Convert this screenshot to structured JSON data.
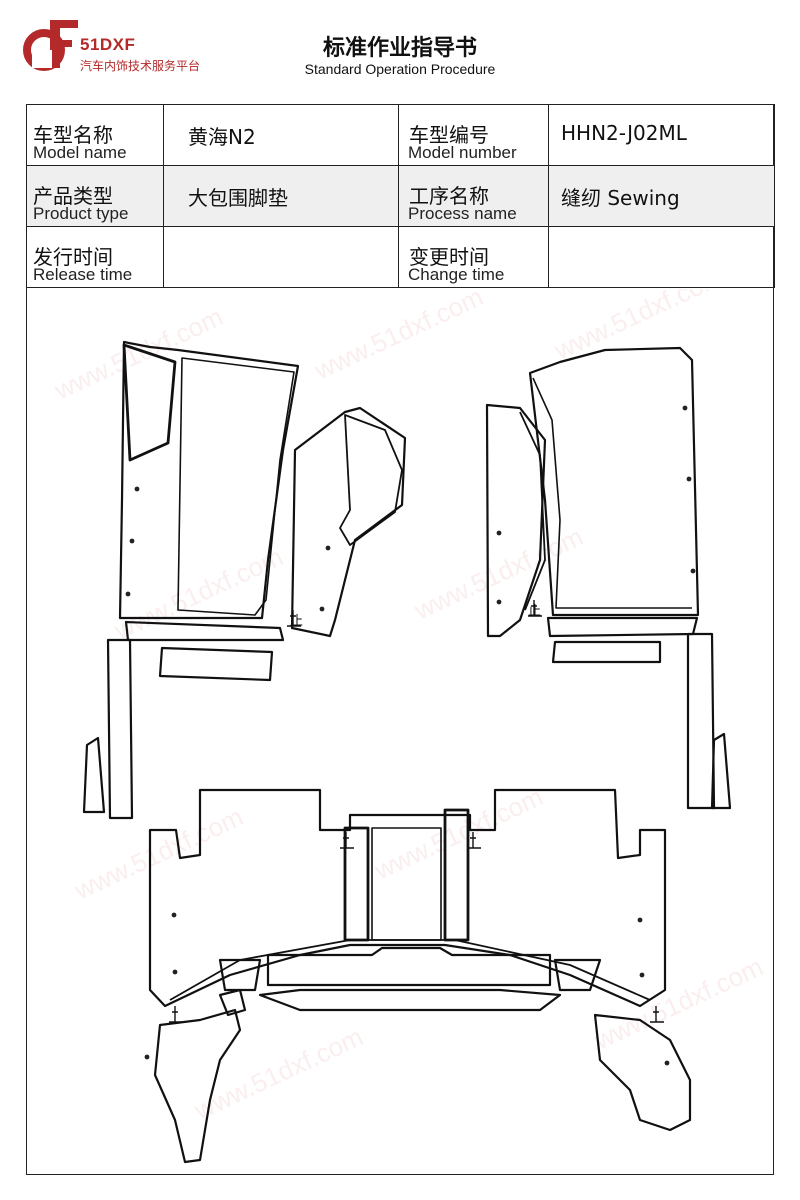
{
  "header": {
    "brand": "51DXF",
    "brand_subtitle": "汽车内饰技术服务平台",
    "title": "标准作业指导书",
    "subtitle": "Standard Operation Procedure",
    "brand_color": "#b42a2a"
  },
  "info_table": {
    "model_name_zh": "车型名称",
    "model_name_en": "Model name",
    "model_name_value": "黄海N2",
    "model_number_zh": "车型编号",
    "model_number_en": "Model number",
    "model_number_value": "HHN2-J02ML",
    "product_type_zh": "产品类型",
    "product_type_en": "Product type",
    "product_type_value": "大包围脚垫",
    "process_name_zh": "工序名称",
    "process_name_en": "Process name",
    "process_name_value": "缝纫 Sewing",
    "release_time_zh": "发行时间",
    "release_time_en": "Release time",
    "release_time_value": "",
    "change_time_zh": "变更时间",
    "change_time_en": "Change time",
    "change_time_value": ""
  },
  "watermark_text": "www.51dxf.com",
  "seam_mark": "止"
}
